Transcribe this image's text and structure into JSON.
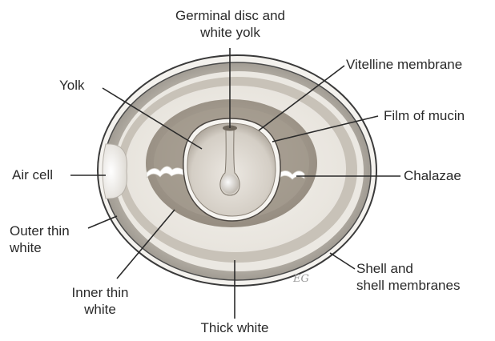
{
  "labels": {
    "germinal_disc_line1": "Germinal disc and",
    "germinal_disc_line2": "white yolk",
    "vitelline": "Vitelline membrane",
    "yolk": "Yolk",
    "film_of_mucin": "Film of mucin",
    "air_cell": "Air cell",
    "chalazae": "Chalazae",
    "outer_thin_line1": "Outer thin",
    "outer_thin_line2": "white",
    "shell_line1": "Shell and",
    "shell_line2": "shell membranes",
    "inner_thin_line1": "Inner thin",
    "inner_thin_line2": "white",
    "thick_white": "Thick white"
  },
  "signature": "EG"
}
